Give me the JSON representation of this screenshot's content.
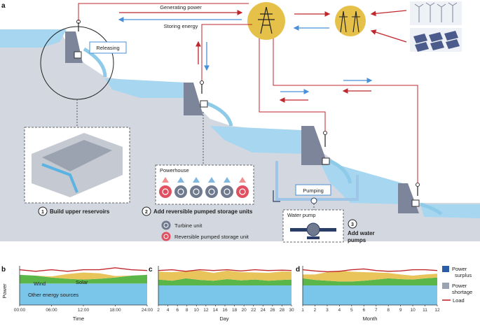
{
  "panel_labels": {
    "a": "a",
    "b": "b",
    "c": "c",
    "d": "d"
  },
  "top_labels": {
    "generating": "Generating power",
    "storing": "Storing energy"
  },
  "releasing": "Releasing",
  "pumping": "Pumping",
  "water_pump_box": "Water pump",
  "powerhouse": {
    "title": "Powerhouse",
    "units": [
      "R",
      "T",
      "T",
      "T",
      "T",
      "R"
    ]
  },
  "steps": [
    {
      "num": "1",
      "label": "Build upper reservoirs"
    },
    {
      "num": "2",
      "label": "Add reversible pumped storage units"
    },
    {
      "num": "3",
      "label_line1": "Add water",
      "label_line2": "pumps"
    }
  ],
  "unit_legend": {
    "turbine": "Turbine unit",
    "reversible": "Reversible pumped storage unit"
  },
  "colors": {
    "sky_water": "#9fd3ee",
    "water_dark": "#5bb3e3",
    "terrain": "#d5dae1",
    "grid_gold": "#e6c14a",
    "arrow_red": "#c0272d",
    "arrow_blue": "#4a90d9",
    "turbine": "#6f7a8f",
    "reversible": "#e05060",
    "other": "#79c6ea",
    "wind": "#5ab648",
    "solar": "#e8c45a",
    "surplus": "#2a5ea8",
    "shortage": "#9aa3b2",
    "load": "#c0272d"
  },
  "charts": {
    "ylabel": "Power",
    "b": {
      "xlabel": "Time",
      "ticks": [
        "00:00",
        "06:00",
        "12:00",
        "18:00",
        "24:00"
      ],
      "labels": {
        "wind": "Wind",
        "solar": "Solar",
        "other": "Other energy sources"
      }
    },
    "c": {
      "xlabel": "Day",
      "ticks": [
        "2",
        "4",
        "6",
        "8",
        "10",
        "12",
        "14",
        "16",
        "18",
        "20",
        "22",
        "24",
        "26",
        "28",
        "30"
      ]
    },
    "d": {
      "xlabel": "Month",
      "ticks": [
        "1",
        "2",
        "3",
        "4",
        "5",
        "6",
        "7",
        "8",
        "9",
        "10",
        "11",
        "12"
      ]
    }
  },
  "legend": {
    "surplus_line1": "Power",
    "surplus_line2": "surplus",
    "shortage_line1": "Power",
    "shortage_line2": "shortage",
    "load": "Load"
  },
  "chart_data": [
    {
      "type": "area",
      "panel": "b",
      "x": [
        0,
        3,
        6,
        9,
        12,
        15,
        18,
        21,
        24
      ],
      "series": [
        {
          "name": "Other energy sources",
          "values": [
            0.55,
            0.55,
            0.55,
            0.55,
            0.55,
            0.55,
            0.55,
            0.55,
            0.55
          ]
        },
        {
          "name": "Wind",
          "values": [
            0.22,
            0.2,
            0.15,
            0.12,
            0.1,
            0.12,
            0.15,
            0.2,
            0.22
          ]
        },
        {
          "name": "Solar",
          "values": [
            0.0,
            0.0,
            0.03,
            0.12,
            0.18,
            0.14,
            0.04,
            0.0,
            0.0
          ]
        }
      ],
      "load": [
        0.9,
        0.86,
        0.9,
        0.86,
        0.9,
        0.9,
        0.95,
        0.9,
        0.88
      ]
    },
    {
      "type": "area",
      "panel": "c",
      "x": [
        1,
        4,
        7,
        10,
        13,
        16,
        19,
        22,
        25,
        28,
        30
      ],
      "series": [
        {
          "name": "Other energy sources",
          "values": [
            0.5,
            0.5,
            0.5,
            0.5,
            0.5,
            0.5,
            0.5,
            0.5,
            0.5,
            0.5,
            0.5
          ]
        },
        {
          "name": "Wind",
          "values": [
            0.15,
            0.12,
            0.18,
            0.14,
            0.12,
            0.16,
            0.13,
            0.15,
            0.12,
            0.14,
            0.15
          ]
        },
        {
          "name": "Solar",
          "values": [
            0.2,
            0.22,
            0.18,
            0.24,
            0.2,
            0.22,
            0.21,
            0.18,
            0.2,
            0.22,
            0.2
          ]
        }
      ],
      "load": [
        0.88,
        0.9,
        0.86,
        0.9,
        0.88,
        0.9,
        0.87,
        0.9,
        0.88,
        0.89,
        0.88
      ]
    },
    {
      "type": "area",
      "panel": "d",
      "x": [
        1,
        2,
        3,
        4,
        5,
        6,
        7,
        8,
        9,
        10,
        11,
        12
      ],
      "series": [
        {
          "name": "Other energy sources",
          "values": [
            0.5,
            0.5,
            0.5,
            0.5,
            0.5,
            0.5,
            0.5,
            0.5,
            0.5,
            0.5,
            0.5,
            0.5
          ]
        },
        {
          "name": "Wind",
          "values": [
            0.18,
            0.14,
            0.12,
            0.1,
            0.1,
            0.12,
            0.15,
            0.18,
            0.16,
            0.15,
            0.18,
            0.2
          ]
        },
        {
          "name": "Solar",
          "values": [
            0.1,
            0.14,
            0.22,
            0.28,
            0.25,
            0.22,
            0.18,
            0.14,
            0.12,
            0.1,
            0.1,
            0.1
          ]
        }
      ],
      "load": [
        0.9,
        0.87,
        0.85,
        0.86,
        0.9,
        0.92,
        0.88,
        0.86,
        0.87,
        0.9,
        0.9,
        0.88
      ]
    }
  ]
}
